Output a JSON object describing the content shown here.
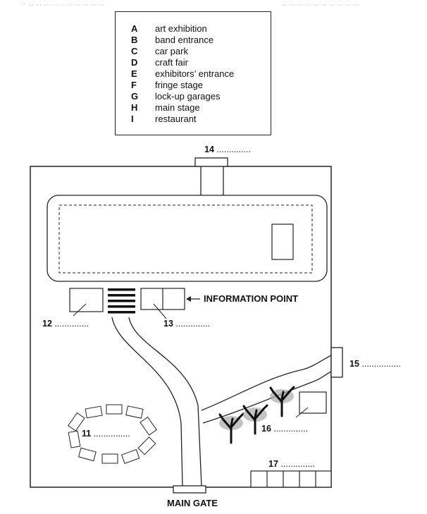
{
  "top_fragments": [
    {
      "text": "-- ... ... ... ... ... ... ... ... ... ..."
    },
    {
      "text": "... ... ... ... ... ... ... ... ... ..."
    }
  ],
  "legend": {
    "items": [
      {
        "letter": "A",
        "label": "art exhibition"
      },
      {
        "letter": "B",
        "label": "band entrance"
      },
      {
        "letter": "C",
        "label": "car park"
      },
      {
        "letter": "D",
        "label": "craft fair"
      },
      {
        "letter": "E",
        "label": "exhibitors’ entrance"
      },
      {
        "letter": "F",
        "label": "fringe stage"
      },
      {
        "letter": "G",
        "label": "lock-up garages"
      },
      {
        "letter": "H",
        "label": "main stage"
      },
      {
        "letter": "I",
        "label": "restaurant"
      }
    ]
  },
  "map": {
    "information_point": "INFORMATION POINT",
    "main_gate": "MAIN GATE",
    "blanks": [
      {
        "number": "11",
        "dots": "..............."
      },
      {
        "number": "12",
        "dots": ".............."
      },
      {
        "number": "13",
        "dots": ".............."
      },
      {
        "number": "14",
        "dots": ".............."
      },
      {
        "number": "15",
        "dots": "................"
      },
      {
        "number": "16",
        "dots": ".............."
      },
      {
        "number": "17",
        "dots": ".............."
      }
    ]
  }
}
